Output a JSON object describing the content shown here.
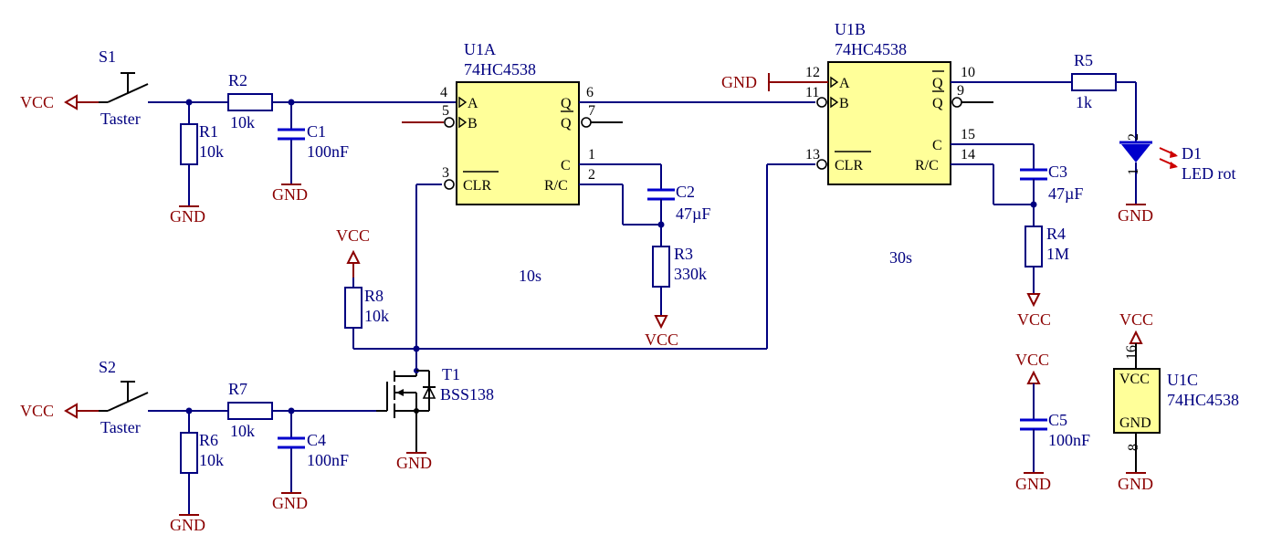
{
  "power": {
    "vcc": "VCC",
    "gnd": "GND"
  },
  "switches": {
    "s1": {
      "ref": "S1",
      "value": "Taster"
    },
    "s2": {
      "ref": "S2",
      "value": "Taster"
    }
  },
  "resistors": {
    "r1": {
      "ref": "R1",
      "value": "10k"
    },
    "r2": {
      "ref": "R2",
      "value": "10k"
    },
    "r3": {
      "ref": "R3",
      "value": "330k"
    },
    "r4": {
      "ref": "R4",
      "value": "1M"
    },
    "r5": {
      "ref": "R5",
      "value": "1k"
    },
    "r6": {
      "ref": "R6",
      "value": "10k"
    },
    "r7": {
      "ref": "R7",
      "value": "10k"
    },
    "r8": {
      "ref": "R8",
      "value": "10k"
    }
  },
  "capacitors": {
    "c1": {
      "ref": "C1",
      "value": "100nF"
    },
    "c2": {
      "ref": "C2",
      "value": "47µF"
    },
    "c3": {
      "ref": "C3",
      "value": "47µF"
    },
    "c4": {
      "ref": "C4",
      "value": "100nF"
    },
    "c5": {
      "ref": "C5",
      "value": "100nF"
    }
  },
  "ics": {
    "u1a": {
      "ref": "U1A",
      "value": "74HC4538",
      "pins": {
        "a": "A",
        "b": "B",
        "q": "Q",
        "qn": "Q",
        "c": "C",
        "rc": "R/C",
        "clr": "CLR",
        "n4": "4",
        "n5": "5",
        "n3": "3",
        "n6": "6",
        "n7": "7",
        "n1": "1",
        "n2": "2"
      }
    },
    "u1b": {
      "ref": "U1B",
      "value": "74HC4538",
      "pins": {
        "a": "A",
        "b": "B",
        "q": "Q",
        "qn": "Q",
        "c": "C",
        "rc": "R/C",
        "clr": "CLR",
        "n12": "12",
        "n11": "11",
        "n13": "13",
        "n10": "10",
        "n9": "9",
        "n15": "15",
        "n14": "14"
      }
    },
    "u1c": {
      "ref": "U1C",
      "value": "74HC4538",
      "pins": {
        "vcc": "VCC",
        "gnd": "GND",
        "n16": "16",
        "n8": "8"
      }
    }
  },
  "transistor": {
    "ref": "T1",
    "value": "BSS138"
  },
  "led": {
    "ref": "D1",
    "value": "LED rot",
    "pin2": "2",
    "pin1": "1"
  },
  "annotations": {
    "t1": "10s",
    "t2": "30s"
  }
}
